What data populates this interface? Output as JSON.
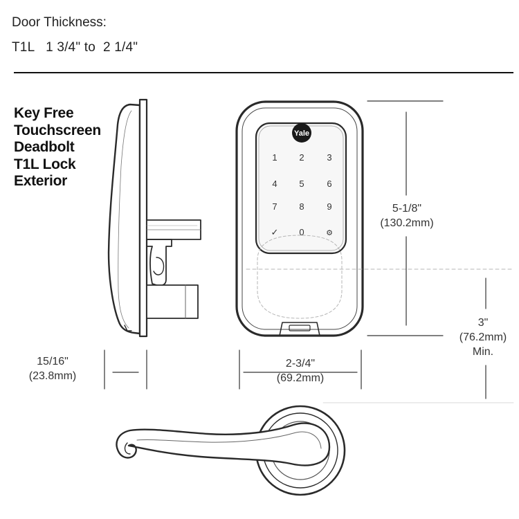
{
  "header": {
    "door_thickness_label": "Door Thickness:",
    "door_thickness_value": "T1L   1 3/4\" to  2 1/4\""
  },
  "product": {
    "title_lines": [
      "Key Free",
      "Touchscreen",
      "Deadbolt",
      "T1L Lock",
      "Exterior"
    ]
  },
  "keypad": {
    "brand": "Yale",
    "keys": [
      "1",
      "2",
      "3",
      "4",
      "5",
      "6",
      "7",
      "8",
      "9",
      "✓",
      "0",
      "⚙"
    ]
  },
  "dimensions": {
    "depth": {
      "imperial": "15/16\"",
      "metric": "(23.8mm)"
    },
    "width": {
      "imperial": "2-3/4\"",
      "metric": "(69.2mm)"
    },
    "height": {
      "imperial": "5-1/8\"",
      "metric": "(130.2mm)"
    },
    "clearance": {
      "imperial": "3\"",
      "metric": "(76.2mm)",
      "qualifier": "Min."
    }
  },
  "colors": {
    "line": "#2a2a2a",
    "keypad_bg": "#f7f7f7",
    "dashed": "#b5b5b5"
  }
}
